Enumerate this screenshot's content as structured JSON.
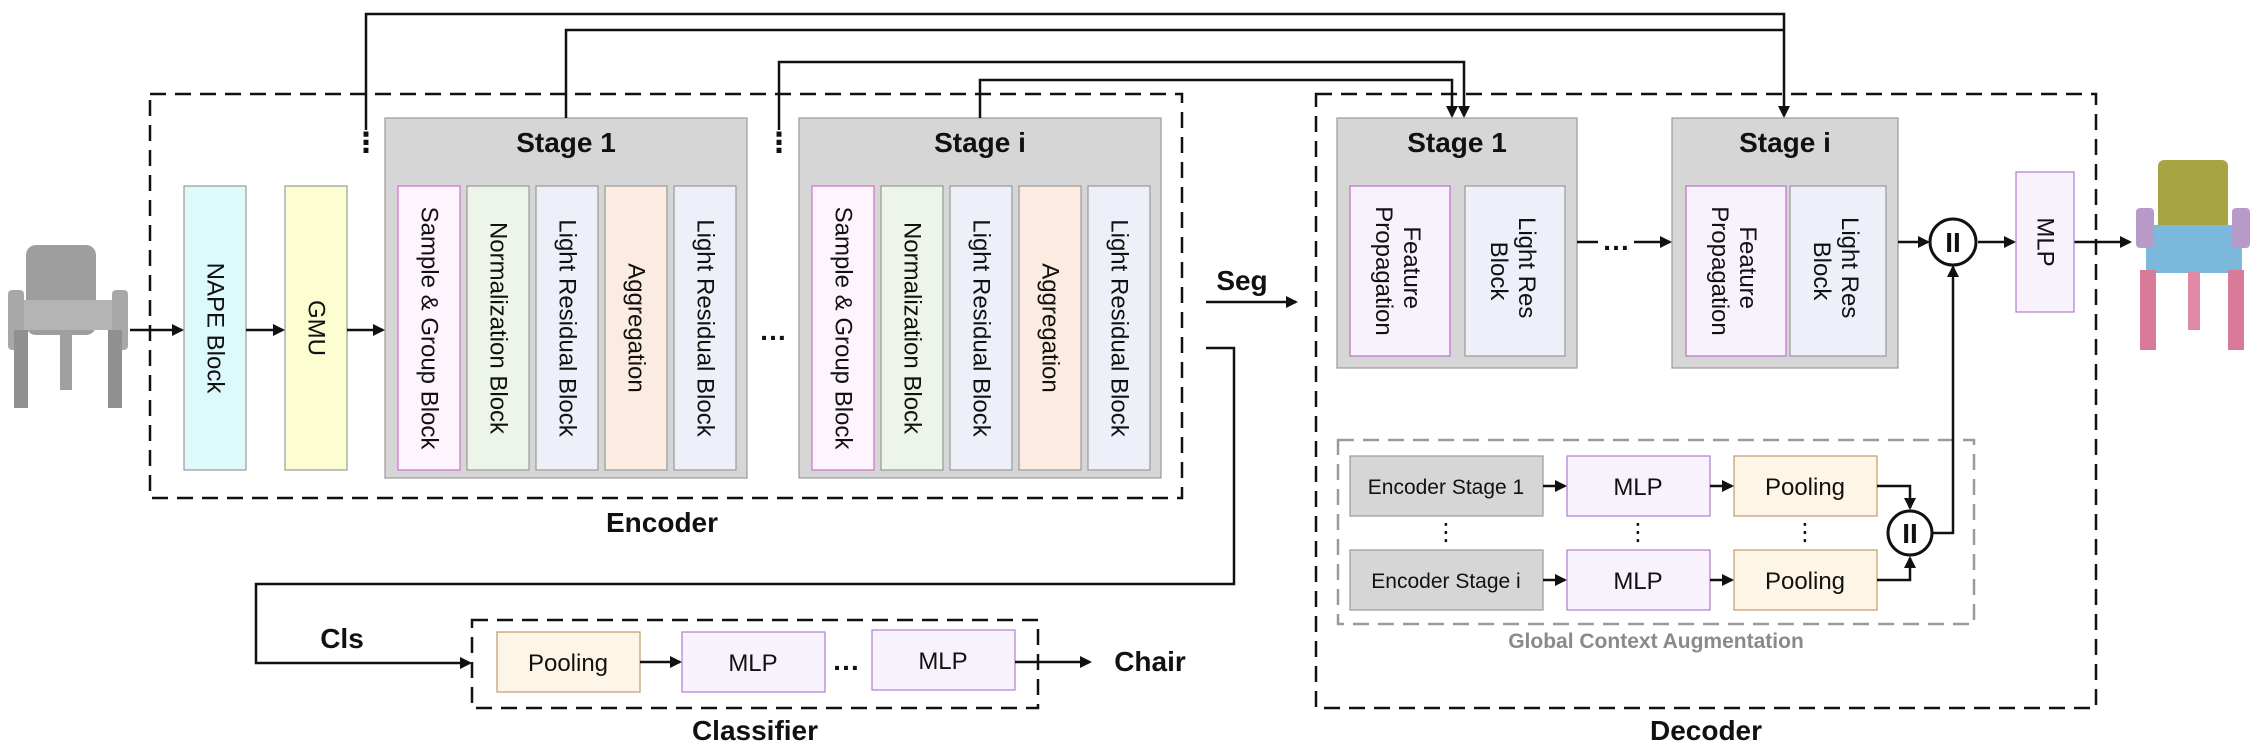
{
  "encoder": {
    "title": "Encoder",
    "nape": "NAPE Block",
    "gmu": "GMU",
    "stage1": {
      "title": "Stage 1",
      "blocks": [
        "Sample & Group Block",
        "Normalization Block",
        "Light Residual Block",
        "Aggregation",
        "Light Residual Block"
      ]
    },
    "stagei": {
      "title": "Stage i",
      "blocks": [
        "Sample & Group Block",
        "Normalization Block",
        "Light Residual Block",
        "Aggregation",
        "Light Residual Block"
      ]
    },
    "ellipsis": "…",
    "vdots": "⋮"
  },
  "branches": {
    "seg": "Seg",
    "cls": "Cls"
  },
  "classifier": {
    "title": "Classifier",
    "pooling": "Pooling",
    "mlp1": "MLP",
    "mlp2": "MLP",
    "ellipsis": "…",
    "output": "Chair"
  },
  "decoder": {
    "title": "Decoder",
    "stage1": {
      "title": "Stage 1",
      "fp": [
        "Feature",
        "Propagation"
      ],
      "lrb": [
        "Light Res",
        "Block"
      ]
    },
    "stagei": {
      "title": "Stage i",
      "fp": [
        "Feature",
        "Propagation"
      ],
      "lrb": [
        "Light Res",
        "Block"
      ]
    },
    "ellipsis": "…",
    "mlp": "MLP",
    "concat": "II",
    "gca": {
      "title": "Global Context Augmentation",
      "enc1": "Encoder Stage 1",
      "enci": "Encoder Stage i",
      "mlp": "MLP",
      "pooling": "Pooling",
      "vdots": "⋮"
    }
  },
  "colors": {
    "nape": "#dcfafc",
    "gmu": "#fdfdd2",
    "sample": "#fdf4fd",
    "norm": "#edf5ea",
    "light": "#edf0f8",
    "agg": "#fbebe0",
    "stage_bg": "#d6d6d6",
    "pooling": "#fdf6e6",
    "mlp": "#f8f2fd"
  }
}
